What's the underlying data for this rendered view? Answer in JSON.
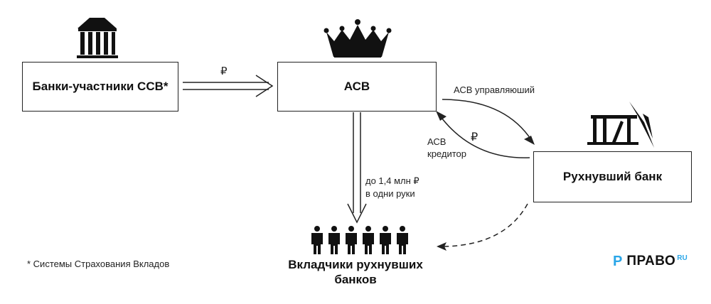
{
  "nodes": {
    "participants": {
      "label": "Банки-участники ССВ*",
      "icon": "bank-building-icon"
    },
    "asv": {
      "label": "АСВ",
      "icon": "crown-icon"
    },
    "failed_bank": {
      "label": "Рухнувший банк",
      "icon": "collapsing-bank-icon"
    },
    "depositors": {
      "label_line1": "Вкладчики рухнувших",
      "label_line2": "банков",
      "icon": "people-icon",
      "people_count": 6
    }
  },
  "edges": {
    "participants_to_asv": {
      "label": "₽"
    },
    "asv_to_failed": {
      "label": "АСВ управляюший"
    },
    "failed_to_asv": {
      "label": "₽",
      "label2_line1": "АСВ",
      "label2_line2": "кредитор"
    },
    "asv_to_depositors": {
      "label_line1": "до 1,4 млн ₽",
      "label_line2": "в одни руки"
    },
    "failed_to_depositors": {
      "style": "dashed"
    }
  },
  "footnote": "* Системы Страхования Вкладов",
  "logo": {
    "mark": "P",
    "text": "ПРАВО",
    "suffix": "RU",
    "accent": "#2aa6e8"
  }
}
